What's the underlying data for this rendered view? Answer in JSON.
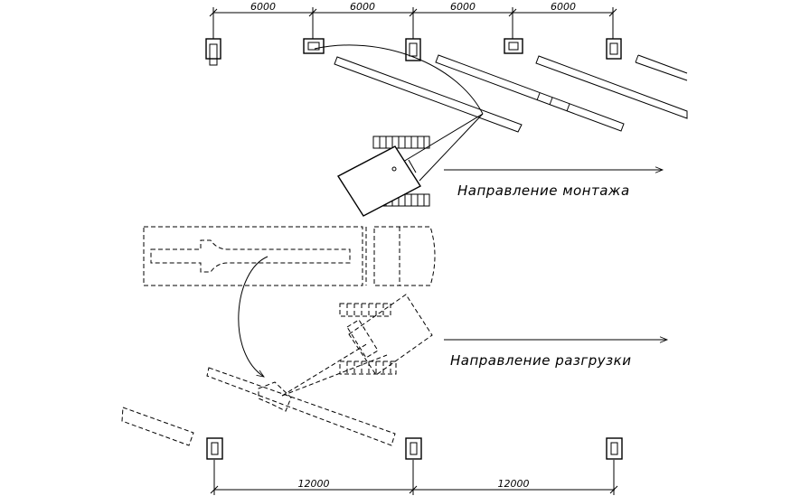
{
  "dimensions": {
    "top": [
      "6000",
      "6000",
      "6000",
      "6000"
    ],
    "bottom": [
      "12000",
      "12000"
    ]
  },
  "labels": {
    "mounting_direction": "Направление монтажа",
    "unloading_direction": "Направление разгрузки"
  }
}
